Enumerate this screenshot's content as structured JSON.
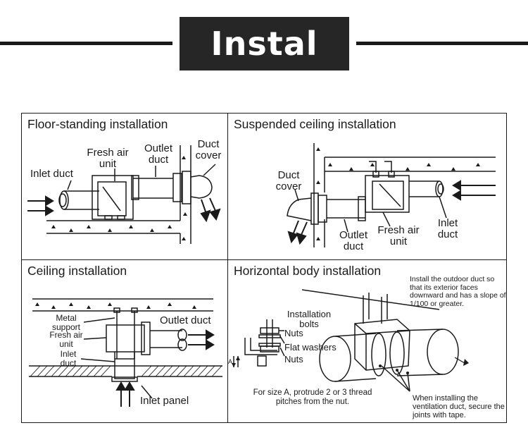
{
  "header": {
    "title": "Instal"
  },
  "floor": {
    "title": "Floor-standing installation",
    "inlet_duct": "Inlet duct",
    "fresh_air_unit": "Fresh air unit",
    "outlet_duct": "Outlet duct",
    "duct_cover": "Duct cover"
  },
  "suspended": {
    "title": "Suspended ceiling installation",
    "duct_cover": "Duct cover",
    "outlet_duct": "Outlet duct",
    "fresh_air_unit": "Fresh air unit",
    "inlet_duct": "Inlet duct"
  },
  "ceiling": {
    "title": "Ceiling installation",
    "metal_support": "Metal support",
    "fresh_air_unit": "Fresh air unit",
    "inlet_duct": "Inlet duct",
    "outlet_duct": "Outlet duct",
    "inlet_panel": "Inlet panel"
  },
  "horizontal": {
    "title": "Horizontal body installation",
    "installation_bolts": "Installation bolts",
    "nuts": "Nuts",
    "flat_washers": "Flat washers",
    "nuts2": "Nuts",
    "protrude_note": "For size A, protrude 2 or 3 thread pitches from the nut.",
    "outdoor_note": "Install the outdoor duct so that its exterior faces downward and has a slope of 1/100 or greater.",
    "tape_note": "When installing the ventilation duct, secure the joints with tape.",
    "size_a": "A"
  }
}
